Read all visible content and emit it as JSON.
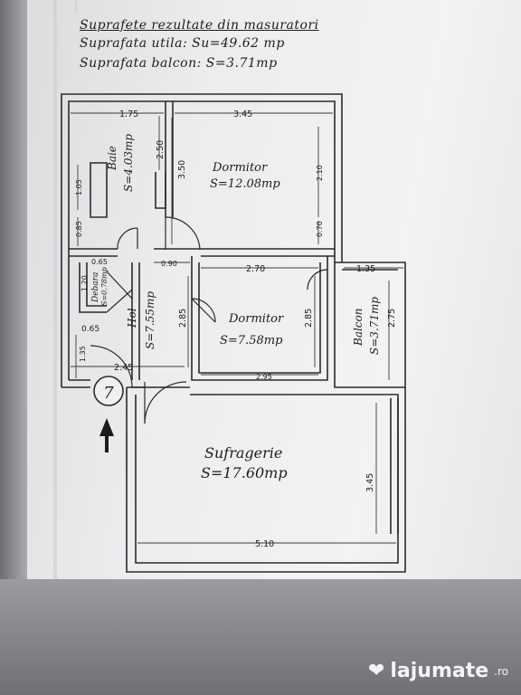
{
  "header": {
    "title": "Suprafete rezultate din masuratori",
    "suprafata_utila": "Suprafata utila: Su=49.62 mp",
    "suprafata_balcon": "Suprafata balcon: S=3.71mp"
  },
  "rooms": {
    "baie_name": "Baie",
    "baie_area": "S=4.03mp",
    "dormitor1_name": "Dormitor",
    "dormitor1_area": "S=12.08mp",
    "debara_name": "Debara",
    "debara_area": "S=0.78mp",
    "hol_name": "Hol",
    "hol_area": "S=7.55mp",
    "dormitor2_name": "Dormitor",
    "dormitor2_area": "S=7.58mp",
    "balcon_name": "Balcon",
    "balcon_area": "S=3.71mp",
    "sufragerie_name": "Sufragerie",
    "sufragerie_area": "S=17.60mp"
  },
  "dimensions": {
    "d175": "1.75",
    "d345_top": "3.45",
    "d250": "2.50",
    "d350": "3.50",
    "d210": "2.10",
    "d105": "1.05",
    "d085": "0.85",
    "d070": "0.70",
    "d065a": "0.65",
    "d120": "1.20",
    "d090": "0.90",
    "d270": "2.70",
    "d135_balc": "1.35",
    "d285a": "2.85",
    "d285b": "2.85",
    "d275": "2.75",
    "d065b": "0.65",
    "d135_hol": "1.35",
    "d245": "2.45",
    "d295": "2.95",
    "d345_suf": "3.45",
    "d510": "5.10"
  },
  "entrance_number": "7",
  "watermark": {
    "brand": "lajumate",
    "tld": ".ro"
  }
}
